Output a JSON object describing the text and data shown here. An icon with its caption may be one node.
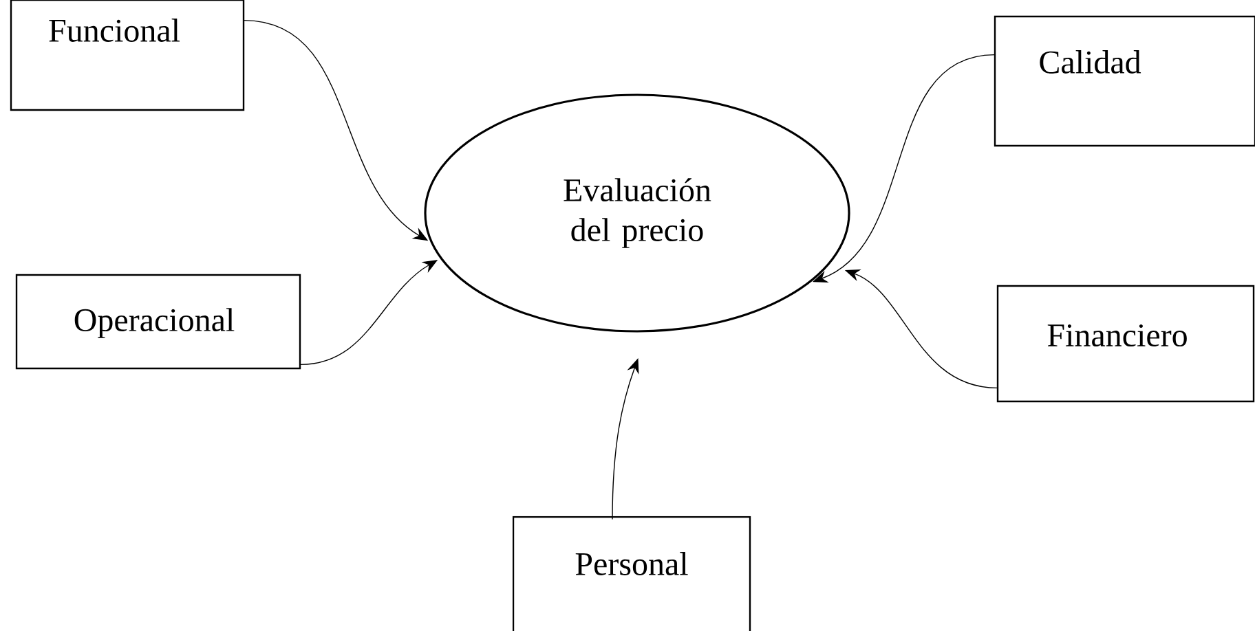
{
  "diagram": {
    "nodes": [
      {
        "text": [
          "Funcional"
        ]
      },
      {
        "text": [
          "Operacional"
        ]
      },
      {
        "text": [
          "Evaluación del precio"
        ]
      },
      {
        "text": [
          "Calidad"
        ]
      },
      {
        "text": [
          "Financiero"
        ]
      },
      {
        "text": [
          "Personal"
        ]
      }
    ],
    "edges": [
      {
        "from": 0,
        "to": 2,
        "arrow": "to"
      },
      {
        "from": 1,
        "to": 2,
        "arrow": "to"
      },
      {
        "from": 3,
        "to": 2,
        "arrow": "to"
      },
      {
        "from": 4,
        "to": 2,
        "arrow": "to"
      },
      {
        "from": 5,
        "to": 2,
        "arrow": "to"
      }
    ]
  }
}
